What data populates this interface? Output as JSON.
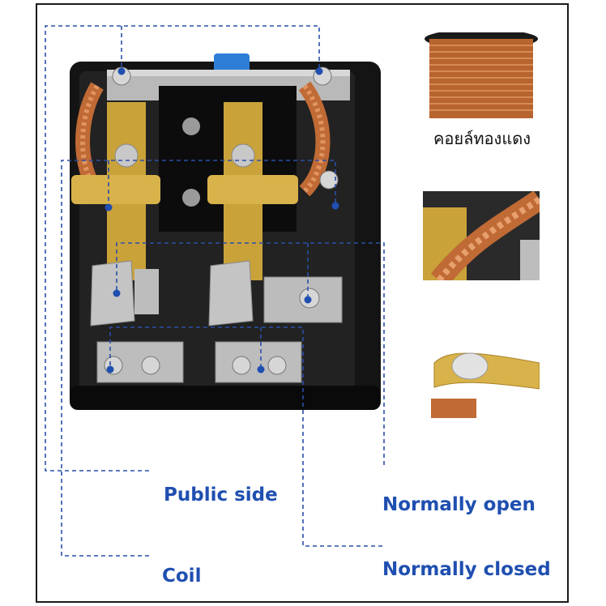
{
  "caption": "คอยล์ทองแดง",
  "labels": {
    "public_side": "Public side",
    "coil": "Coil",
    "normally_open": "Normally open",
    "normally_closed": "Normally closed"
  },
  "colors": {
    "label_blue": "#1f4fb0",
    "guide_blue": "#2a4fa8",
    "brass": "#c9a23a",
    "copper": "#c06a35",
    "housing": "#151515"
  }
}
